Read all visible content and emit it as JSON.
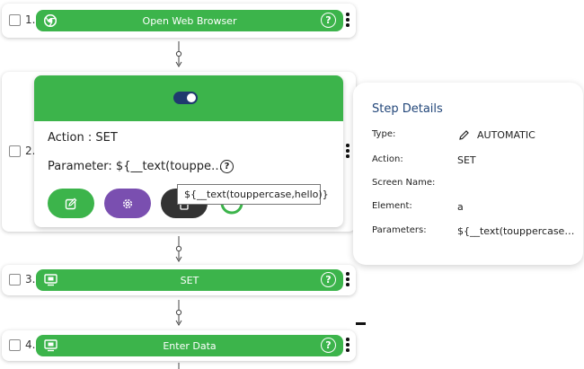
{
  "steps": [
    {
      "number": "1.",
      "label": "Open Web Browser",
      "icon": "chrome-icon"
    },
    {
      "number": "2.",
      "icon": "toggle-icon"
    },
    {
      "number": "3.",
      "label": "SET",
      "icon": "monitor-icon"
    },
    {
      "number": "4.",
      "label": "Enter Data",
      "icon": "monitor-icon"
    }
  ],
  "expanded_step": {
    "action_line": "Action : SET",
    "parameter_line": "Parameter: ${__text(touppe…",
    "tooltip": "${__text(touppercase,hello)}",
    "buttons": [
      {
        "name": "edit-button",
        "icon": "edit-icon",
        "color": "#3cb44b"
      },
      {
        "name": "settings-button",
        "icon": "gear-icon",
        "color": "#7a4fb0"
      },
      {
        "name": "delete-button",
        "icon": "trash-icon",
        "color": "#333333"
      }
    ]
  },
  "details": {
    "title": "Step Details",
    "rows": [
      {
        "label": "Type:",
        "value": "AUTOMATIC",
        "icon": "pencil-icon"
      },
      {
        "label": "Action:",
        "value": "SET"
      },
      {
        "label": "Screen Name:",
        "value": ""
      },
      {
        "label": "Element:",
        "value": "a"
      },
      {
        "label": "Parameters:",
        "value": "${__text(touppercase…"
      }
    ]
  },
  "colors": {
    "green": "#3cb44b",
    "purple": "#7a4fb0",
    "dark": "#333333",
    "toggle": "#1f3a6e",
    "title": "#23477a"
  }
}
